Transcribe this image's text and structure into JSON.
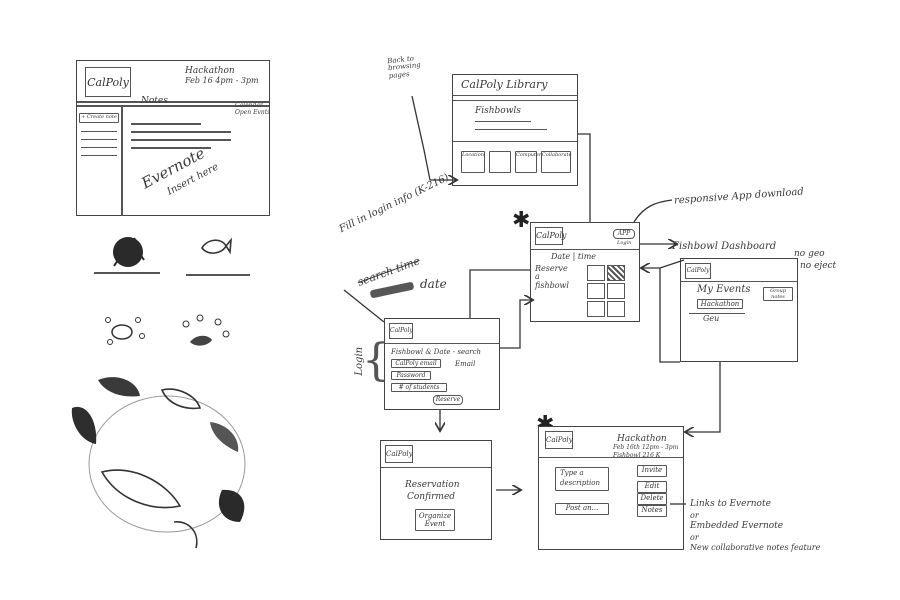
{
  "wf1": {
    "logo": "CalPoly",
    "header_title": "Hackathon",
    "header_date": "Feb 16 4pm - 3pm",
    "nav_label": "Notes",
    "left_action": "+ Create note",
    "right_label": "Calendar",
    "right_sub": "Open Evnts",
    "center_text": "Evernote",
    "center_sub": "Insert here"
  },
  "library": {
    "logo": "CalPoly Library",
    "section": "Fishbowls",
    "tiles": [
      "Location",
      "",
      "Computer",
      "Collaborate"
    ]
  },
  "library_note": "Back to browsing pages",
  "dashboard": {
    "logo": "CalPoly",
    "app_button": "APP",
    "sub_button": "Login",
    "columns": "Date | time",
    "reserve": "Reserve a fishbowl",
    "note": "responsive App download"
  },
  "fb_dash": {
    "title": "Fishbowl Dashboard",
    "no_geo": "no geo",
    "no_eject": "no eject",
    "logo": "CalPoly",
    "section": "My Events",
    "event": "Hackathon",
    "event_sub": "Geu",
    "button": "Group notes"
  },
  "login": {
    "logo": "CalPoly",
    "row1": "Fishbowl & Date - search",
    "row2": "CalPoly email",
    "row2_note": "Email",
    "row3": "Password",
    "row4": "# of students",
    "submit": "Reserve",
    "side_label": "Login",
    "note_top": "Fill in login info (K-216)",
    "note_strike": "search time",
    "note_date": "date"
  },
  "confirm": {
    "logo": "CalPoly",
    "line1": "Reservation",
    "line2": "Confirmed",
    "button": "Organize Event"
  },
  "event": {
    "logo": "CalPoly",
    "title": "Hackathon",
    "date": "Feb 16th 12pm - 3pm",
    "place": "Fishbowl 216 K",
    "desc1": "Type a",
    "desc2": "description",
    "post": "Post an...",
    "buttons": [
      "Invite",
      "Edit",
      "Delete",
      "Notes"
    ],
    "note1": "Links to Evernote",
    "note_or1": "or",
    "note2": "Embedded Evernote",
    "note_or2": "or",
    "note3": "New collaborative notes feature"
  }
}
